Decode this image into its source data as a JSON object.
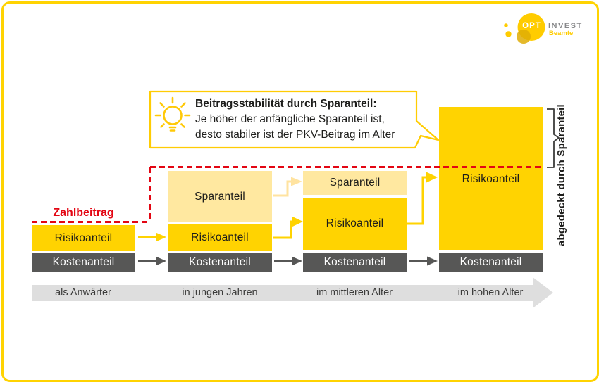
{
  "logo": {
    "name": "OPT",
    "name2": "INVEST",
    "tagline": "Beamte"
  },
  "callout": {
    "title": "Beitragsstabilität durch Sparanteil:",
    "body_line1": "Je höher der anfängliche Sparanteil ist,",
    "body_line2": "desto stabiler ist der PKV-Beitrag im Alter"
  },
  "labels": {
    "zahlbeitrag": "Zahlbeitrag",
    "right_vertical": "abgedeckt durch Sparanteil"
  },
  "diagram": {
    "type": "stacked-bar-progression",
    "columns": [
      {
        "stage": "als Anwärter",
        "risiko_label": "Risikoanteil",
        "kosten_label": "Kostenanteil"
      },
      {
        "stage": "in jungen Jahren",
        "spar_label": "Sparanteil",
        "risiko_label": "Risikoanteil",
        "kosten_label": "Kostenanteil"
      },
      {
        "stage": "im mittleren Alter",
        "spar_label": "Sparanteil",
        "risiko_label": "Risikoanteil",
        "kosten_label": "Kostenanteil"
      },
      {
        "stage": "im hohen Alter",
        "risiko_label": "Risikoanteil",
        "kosten_label": "Kostenanteil"
      }
    ],
    "zahlbeitrag_line": "red dashed premium level line, constant from young age onward",
    "bracket_meaning": "portion of old-age risk premium covered by savings share"
  },
  "colors": {
    "yellow": "#FFD301",
    "cream": "#FFE8A0",
    "pale_arrow": "#FFE3A0",
    "dark_gray": "#575756",
    "axis_gray": "#DEDEDE",
    "red": "#E30613",
    "logo_yellow": "#FFCC00",
    "invest_gray": "#87888A",
    "text_dark": "#1D1D1B"
  }
}
